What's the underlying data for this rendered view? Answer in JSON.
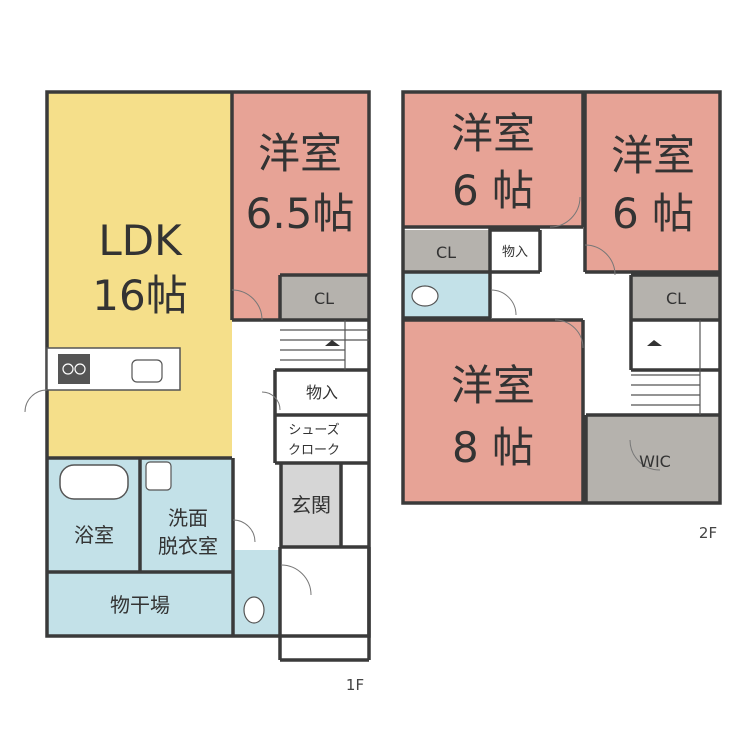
{
  "floor1": {
    "label": "1F",
    "ldk": {
      "line1": "LDK",
      "line2": "16帖"
    },
    "western_room": {
      "line1": "洋室",
      "line2": "6.5帖"
    },
    "closet": "CL",
    "storage": "物入",
    "shoe_closet": {
      "line1": "シューズ",
      "line2": "クローク"
    },
    "entrance": "玄関",
    "bath": "浴室",
    "washroom": {
      "line1": "洗面",
      "line2": "脱衣室"
    },
    "drying_room": "物干場"
  },
  "floor2": {
    "label": "2F",
    "room_a": {
      "line1": "洋室",
      "line2": "6 帖"
    },
    "room_b": {
      "line1": "洋室",
      "line2": "6 帖"
    },
    "room_c": {
      "line1": "洋室",
      "line2": "8 帖"
    },
    "closet_left": "CL",
    "closet_right": "CL",
    "storage": "物入",
    "wic": "WIC"
  },
  "colors": {
    "ldk": "#f5df8a",
    "western": "#e7a396",
    "water": "#c3e1e8",
    "gray": "#b5b2ad",
    "entrance": "#d6d6d6"
  }
}
